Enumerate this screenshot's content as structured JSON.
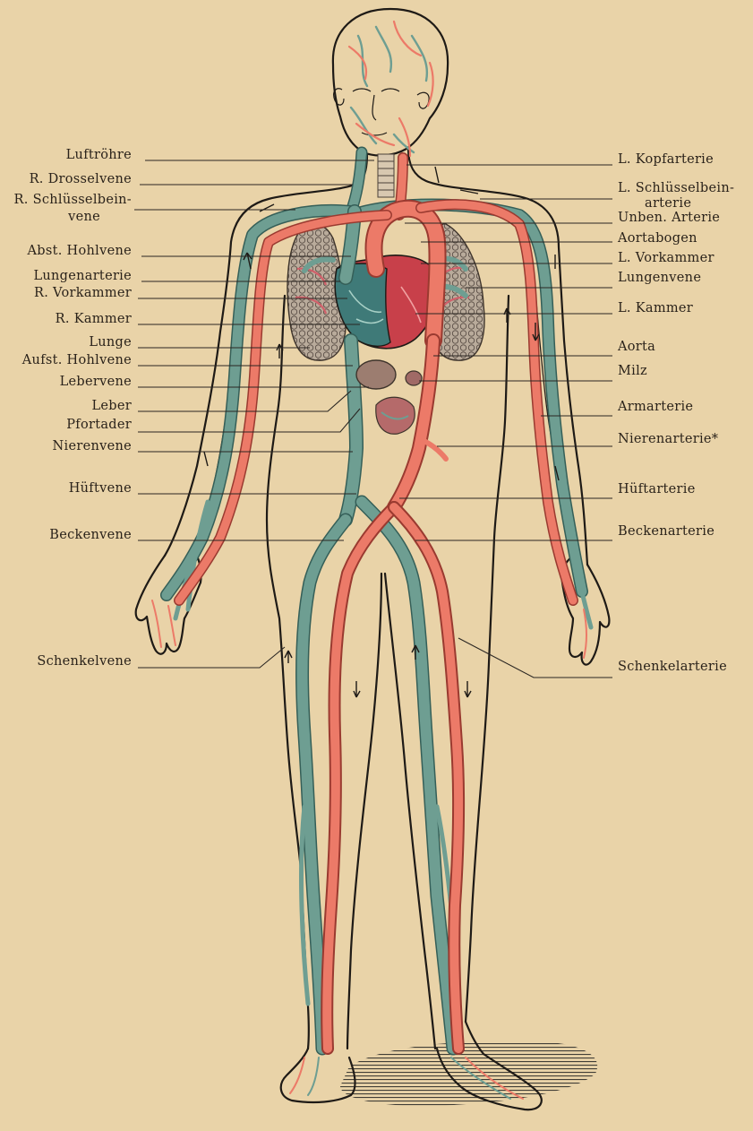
{
  "labels_left": [
    {
      "id": "luftroehre",
      "text": "Luftröhre"
    },
    {
      "id": "r-drosselvene",
      "text": "R. Drosselvene"
    },
    {
      "id": "r-schluesselbeinvene-1",
      "text": "R. Schlüsselbein-"
    },
    {
      "id": "r-schluesselbeinvene-2",
      "text": "vene"
    },
    {
      "id": "abst-hohlvene",
      "text": "Abst. Hohlvene"
    },
    {
      "id": "lungenarterie",
      "text": "Lungenarterie"
    },
    {
      "id": "r-vorkammer",
      "text": "R. Vorkammer"
    },
    {
      "id": "r-kammer",
      "text": "R. Kammer"
    },
    {
      "id": "lunge",
      "text": "Lunge"
    },
    {
      "id": "aufst-hohlvene",
      "text": "Aufst. Hohlvene"
    },
    {
      "id": "lebervene",
      "text": "Lebervene"
    },
    {
      "id": "leber",
      "text": "Leber"
    },
    {
      "id": "pfortader",
      "text": "Pfortader"
    },
    {
      "id": "nierenvene",
      "text": "Nierenvene"
    },
    {
      "id": "hueftvene",
      "text": "Hüftvene"
    },
    {
      "id": "beckenvene",
      "text": "Beckenvene"
    },
    {
      "id": "schenkelvene",
      "text": "Schenkelvene"
    }
  ],
  "labels_right": [
    {
      "id": "l-kopfarterie",
      "text": "L. Kopfarterie"
    },
    {
      "id": "l-schluesselbeinarterie-1",
      "text": "L. Schlüsselbein-"
    },
    {
      "id": "l-schluesselbeinarterie-2",
      "text": "arterie"
    },
    {
      "id": "unben-arterie",
      "text": "Unben. Arterie"
    },
    {
      "id": "aortabogen",
      "text": "Aortabogen"
    },
    {
      "id": "l-vorkammer",
      "text": "L. Vorkammer"
    },
    {
      "id": "lungenvene",
      "text": "Lungenvene"
    },
    {
      "id": "l-kammer",
      "text": "L. Kammer"
    },
    {
      "id": "aorta",
      "text": "Aorta"
    },
    {
      "id": "milz",
      "text": "Milz"
    },
    {
      "id": "armarterie",
      "text": "Armarterie"
    },
    {
      "id": "nierenarterie",
      "text": "Nierenarterie*"
    },
    {
      "id": "hueftarterie",
      "text": "Hüftarterie"
    },
    {
      "id": "beckenarterie",
      "text": "Beckenarterie"
    },
    {
      "id": "schenkelarterie",
      "text": "Schenkelarterie"
    }
  ],
  "colors": {
    "paper": "#e9d3a8",
    "vein": "#6e9e92",
    "artery": "#ec7a68",
    "outline": "#1e1a16",
    "lung": "#a89a8e",
    "heart_left": "#c8404a",
    "heart_right": "#3f7a78"
  }
}
